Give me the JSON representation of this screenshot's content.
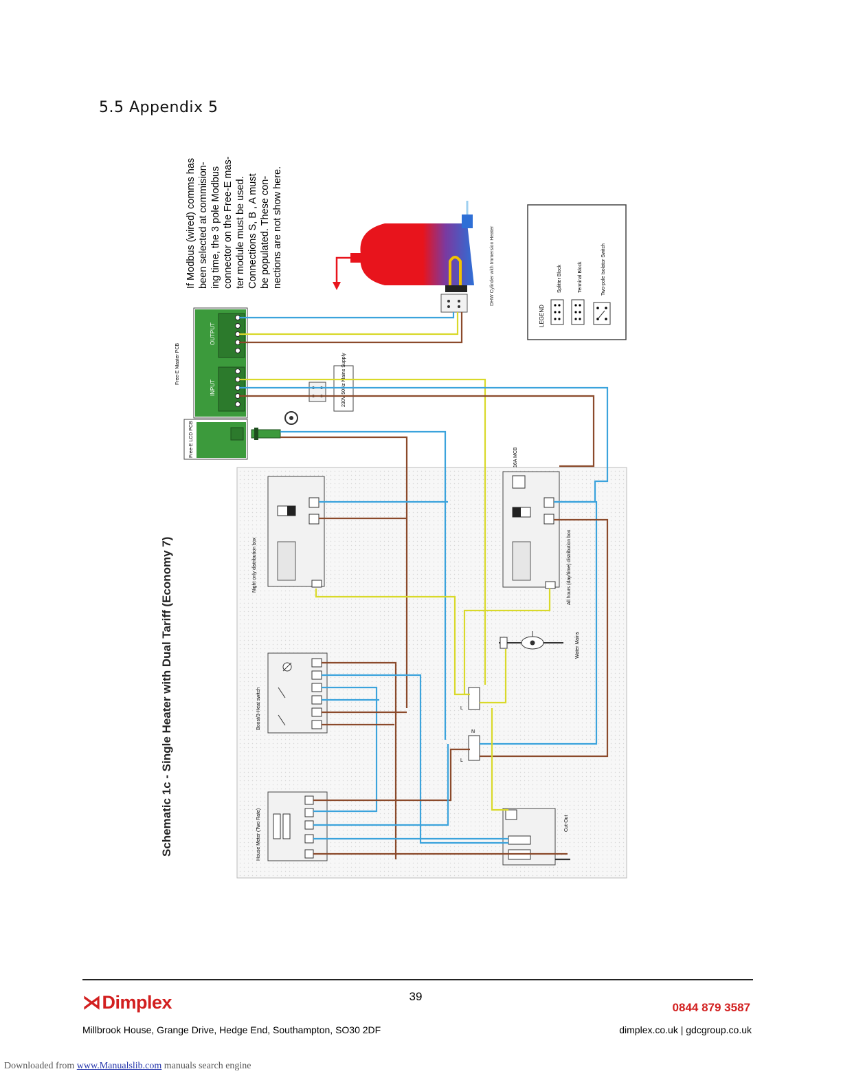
{
  "header": {
    "section_title": "5.5 Appendix 5"
  },
  "note": {
    "lines": [
      "If Modbus (wired) comms has",
      "been selected at commision-",
      "ing time, the 3 pole Modbus",
      "connector on the Free-E mas-",
      "ter module must be used.",
      "Connections S, B , A must",
      "be populated. These con-",
      "nections are not show here."
    ]
  },
  "schematic": {
    "title": "Schematic 1c - Single Heater with Dual Tariff (Economy 7)",
    "labels": {
      "cylinder": "DHW Cylinder with Immersion Heater",
      "master_pcb": "Free-E Master PCB",
      "lcd_pcb": "Free-E LCD PCB",
      "input": "INPUT",
      "output": "OUTPUT",
      "mains_supply": "230V 50Hz Mains Supply",
      "mcb": "16A MCB",
      "night_only": "Night only distribution box",
      "all_hours": "All hours (day/time) distribution box",
      "boost_switch": "Boost/3-Heat switch",
      "house_meter": "House Meter (Two Rate)",
      "water_meter": "Water Mains",
      "cut_out": "Cut-Out",
      "legend_title": "LEGEND",
      "legend_splitter": "Splitter Block",
      "legend_terminal": "Terminal Block",
      "legend_isolator": "Two-pole Isolator Switch",
      "terminal_n": "N",
      "terminal_l": "L"
    },
    "colors": {
      "live": "#8b4a2b",
      "neutral": "#3ba3dc",
      "earth": "#d9d92a",
      "earth_stripe": "#3aa04a",
      "pcb_green": "#3c9a3c",
      "tank_red": "#e8141c",
      "tank_blue": "#2e6fd6"
    }
  },
  "footer": {
    "page_number": "39",
    "brand": "Dimplex",
    "phone": "0844 879 3587",
    "address": "Millbrook House, Grange Drive, Hedge End, Southampton, SO30 2DF",
    "website": "dimplex.co.uk | gdcgroup.co.uk",
    "download_prefix": "Downloaded from",
    "download_link": "www.Manualslib.com",
    "download_suffix": "manuals search engine"
  }
}
